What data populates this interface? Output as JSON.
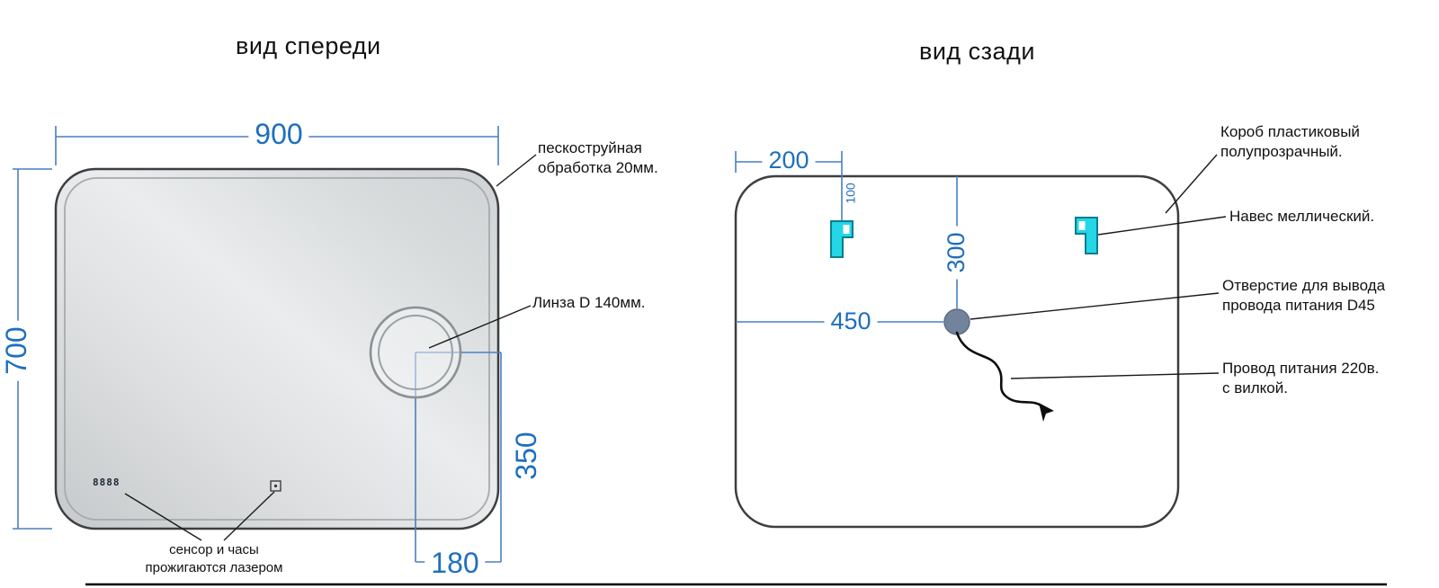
{
  "colors": {
    "dim_text": "#1e6fbf",
    "dim_line": "#4a7fc1",
    "hanger_fill": "#24d6e6",
    "hanger_stroke": "#0d7d8c",
    "hole_fill": "#72839b"
  },
  "front": {
    "title": "вид спереди",
    "dim_width": "900",
    "dim_height": "700",
    "dim_lens_bottom": "350",
    "dim_lens_right": "180",
    "label_edge": "пескоструйная\nобработка 20мм.",
    "label_lens": "Линза D 140мм.",
    "label_sensor": "сенсор и часы\nпрожигаются лазером",
    "clock_text": "8888"
  },
  "back": {
    "title": "вид сзади",
    "dim_left": "200",
    "dim_hanger_top": "100",
    "dim_hole_top": "300",
    "dim_hole_left": "450",
    "label_box": "Короб пластиковый\nполупрозрачный.",
    "label_hanger": "Навес меллический.",
    "label_hole": "Отверстие для вывода\nпровода питания D45",
    "label_cable": "Провод питания 220в.\nс вилкой."
  }
}
